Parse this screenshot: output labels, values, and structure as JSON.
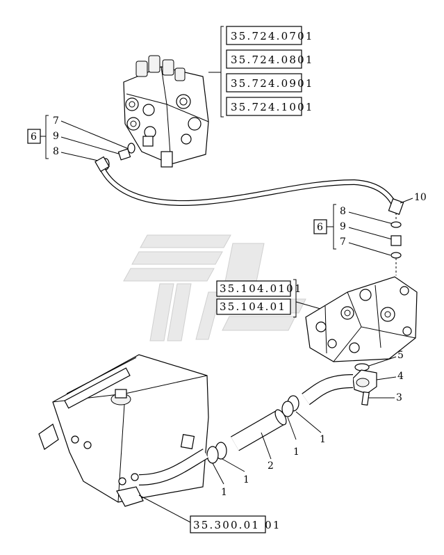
{
  "valve_references": [
    "35.724.0701",
    "35.724.0801",
    "35.724.0901",
    "35.724.1001"
  ],
  "pump_references": [
    "35.104.0101",
    "35.104.01"
  ],
  "tank_reference": "35.300.01 01",
  "upper_fitting_group": {
    "group_id": "6",
    "items": [
      "7",
      "9",
      "8"
    ]
  },
  "lower_fitting_group": {
    "group_id": "6",
    "items": [
      "8",
      "9",
      "7"
    ]
  },
  "callouts": {
    "hose": "10",
    "o_ring": "5",
    "flange": "4",
    "screw": "3",
    "suction_pipe": "2",
    "clamp_a": "1",
    "clamp_b": "1",
    "clamp_c": "1",
    "clamp_d": "1"
  }
}
